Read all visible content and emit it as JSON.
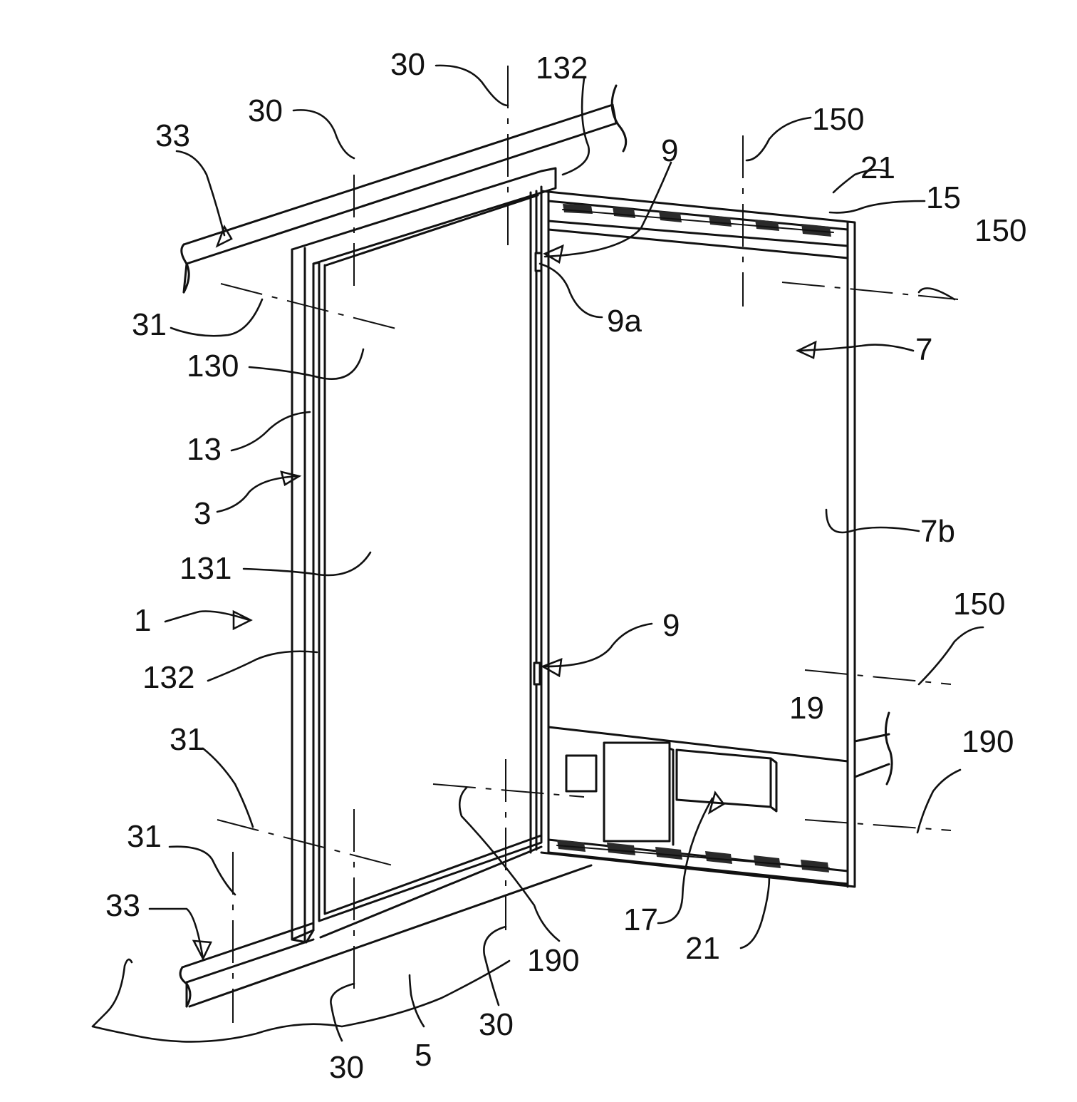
{
  "figure": {
    "labels": {
      "l30_a": "30",
      "l30_b": "30",
      "l132_top": "132",
      "l150_top": "150",
      "l33_top": "33",
      "l9_top": "9",
      "l21_top": "21",
      "l15": "15",
      "l150_right": "150",
      "l31_top": "31",
      "l9a": "9a",
      "l130": "130",
      "l7": "7",
      "l13": "13",
      "l3": "3",
      "l7b": "7b",
      "l131": "131",
      "l1": "1",
      "l150_mid": "150",
      "l9_mid": "9",
      "l132_left": "132",
      "l19": "19",
      "l190_right": "190",
      "l31_mid": "31",
      "l31_low": "31",
      "l33_low": "33",
      "l17": "17",
      "l21_low": "21",
      "l190_low": "190",
      "l30_c": "30",
      "l30_d": "30",
      "l5": "5"
    }
  }
}
